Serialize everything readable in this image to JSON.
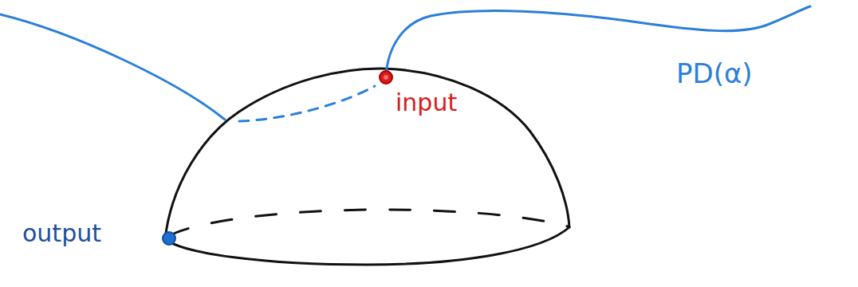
{
  "diagram": {
    "labels": [
      "input",
      "output",
      "PD(α)"
    ]
  }
}
